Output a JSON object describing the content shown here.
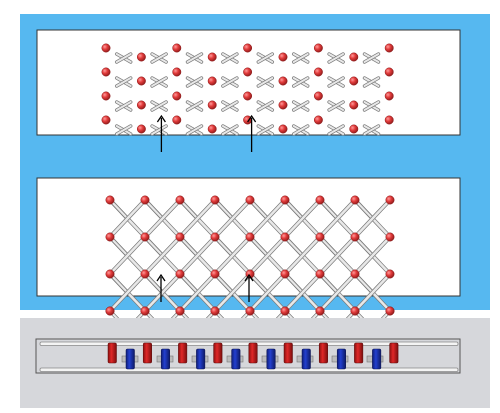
{
  "colors": {
    "frame_background": "#56b8f0",
    "panel": "#ffffff",
    "panel_border": "#333333",
    "sphere_red": "#e23b3b",
    "sphere_red_edge": "#8e1b1b",
    "strut": "#c4c4c4",
    "strut_edge": "#7a7a7a",
    "arrow": "#000000",
    "rail_panel": "#d6d7db",
    "pillar_red": "#e02828",
    "pillar_blue": "#2340d0"
  },
  "panels": [
    {
      "id": "sparse-lattice",
      "description_icons": [
        "red-sphere-node-icon",
        "crossed-strut-icon",
        "up-arrow-icon"
      ],
      "node_columns": 9,
      "node_rows": 4,
      "arrow_columns": [
        1,
        4
      ]
    },
    {
      "id": "connected-lattice",
      "description_icons": [
        "red-sphere-node-icon",
        "diagonal-strut-icon",
        "up-arrow-icon"
      ],
      "node_columns": 9,
      "node_rows": 4,
      "arrow_columns": [
        1,
        4
      ]
    },
    {
      "id": "pillar-side-view",
      "description_icons": [
        "red-pillar-icon",
        "blue-pillar-icon",
        "rail-icon"
      ],
      "red_pillars": 9,
      "blue_pillars": 8
    }
  ]
}
